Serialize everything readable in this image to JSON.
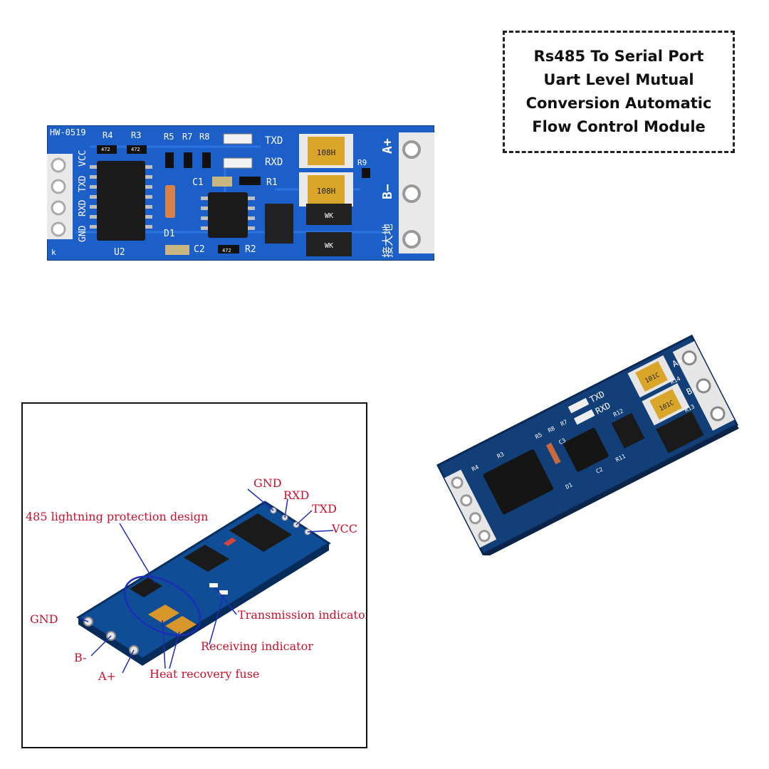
{
  "title": {
    "text": "Rs485 To Serial Port Uart Level Mutual Conversion Automatic Flow Control Module"
  },
  "top_board": {
    "silkscreen": {
      "model": "HW-0519",
      "r4": "R4",
      "r3": "R3",
      "r5": "R5",
      "r7": "R7",
      "r8": "R8",
      "txd": "TXD",
      "rxd": "RXD",
      "r9": "R9",
      "c1": "C1",
      "r1": "R1",
      "d1": "D1",
      "c2": "C2",
      "r2": "R2",
      "u2": "U2",
      "vcc": "VCC",
      "txd_pin": "TXD",
      "rxd_pin": "RXD",
      "gnd_pin": "GND",
      "fuse1": "108H",
      "fuse2": "108H",
      "diode1": "WK",
      "diode2": "WK",
      "res472a": "472",
      "res472b": "472",
      "res472c": "472",
      "a_plus": "A+",
      "b_minus": "B−",
      "ground_cn": "接大地",
      "k": "k"
    }
  },
  "angled_board": {
    "silkscreen": {
      "txd": "TXD",
      "rxd": "RXD",
      "a_plus": "A+",
      "b_minus": "B−",
      "r14": "R14",
      "r13": "R13",
      "r12": "R12",
      "r11": "R11",
      "r5": "R5",
      "r8": "R8",
      "r7": "R7",
      "r3": "R3",
      "r4": "R4",
      "c3": "C3",
      "c2": "C2",
      "d1": "D1",
      "fuse1": "101C",
      "fuse2": "101C"
    }
  },
  "diagram": {
    "labels": {
      "gnd_top": "GND",
      "rxd": "RXD",
      "txd": "TXD",
      "vcc": "VCC",
      "lightning": "485 lightning protection design",
      "transmission": "Transmission indicator",
      "receiving": "Receiving indicator",
      "fuse": "Heat recovery fuse",
      "gnd_left": "GND",
      "b_minus": "B-",
      "a_plus": "A+"
    }
  },
  "colors": {
    "pcb_blue": "#1d5fc9",
    "pcb_dark": "#0d3a78",
    "label_red": "#c8102e",
    "fuse_gold": "#d9a62a"
  }
}
